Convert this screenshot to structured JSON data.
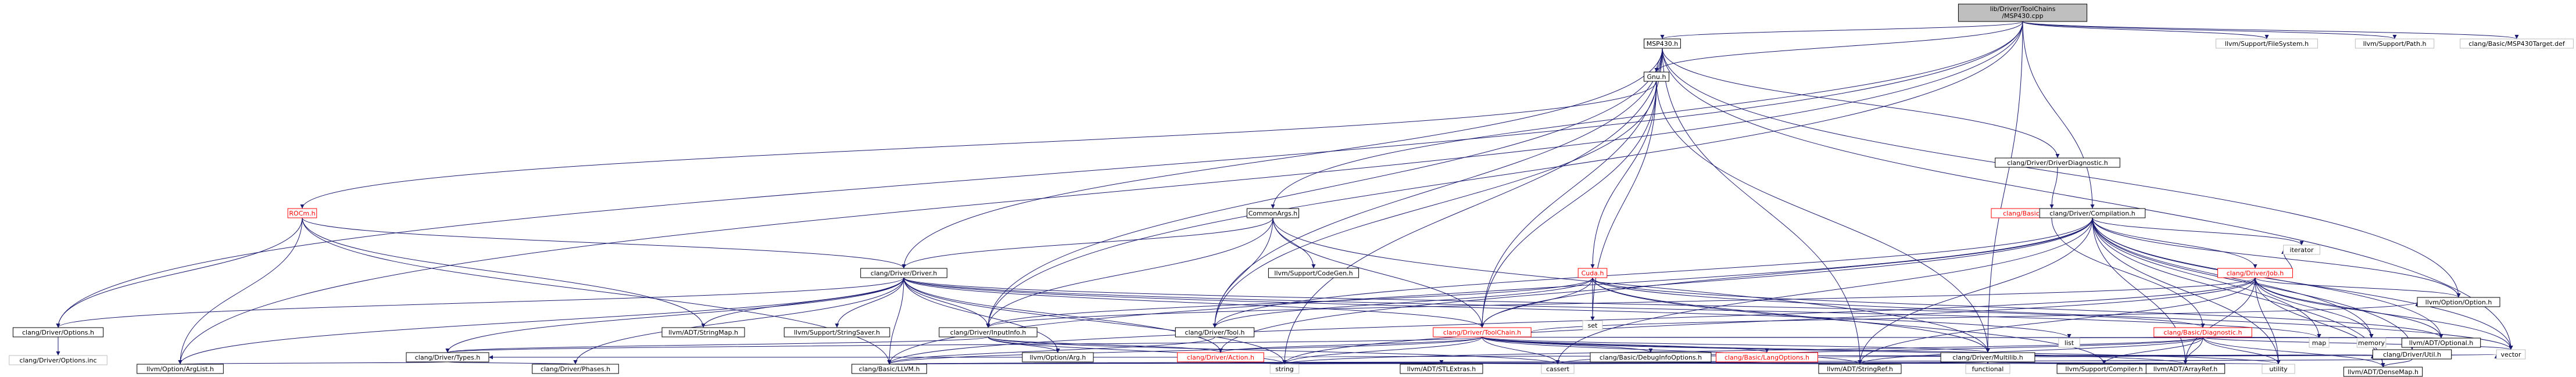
{
  "graph": {
    "root": "lib/Driver/ToolChains/MSP430.cpp",
    "colors": {
      "root_fill": "#bfbfbf",
      "edge": "#191970",
      "truncated_border": "#ff0000",
      "external_border": "#bfbfbf",
      "linked_border": "#000000"
    },
    "nodes": [
      {
        "id": "root",
        "label": "lib/Driver/ToolChains/MSP430.cpp",
        "kind": "root"
      },
      {
        "id": "msp430h",
        "label": "MSP430.h",
        "kind": "link"
      },
      {
        "id": "gnuh",
        "label": "Gnu.h",
        "kind": "link"
      },
      {
        "id": "rocmh",
        "label": "ROCm.h",
        "kind": "red"
      },
      {
        "id": "commonargs",
        "label": "CommonArgs.h",
        "kind": "link"
      },
      {
        "id": "driverh",
        "label": "clang/Driver/Driver.h",
        "kind": "link"
      },
      {
        "id": "options",
        "label": "clang/Driver/Options.h",
        "kind": "link"
      },
      {
        "id": "optionsinc",
        "label": "clang/Driver/Options.inc",
        "kind": "plain"
      },
      {
        "id": "stringmap",
        "label": "llvm/ADT/StringMap.h",
        "kind": "link"
      },
      {
        "id": "stringsaver",
        "label": "llvm/Support/StringSaver.h",
        "kind": "link"
      },
      {
        "id": "codegen",
        "label": "llvm/Support/CodeGen.h",
        "kind": "link"
      },
      {
        "id": "cudah",
        "label": "Cuda.h",
        "kind": "red"
      },
      {
        "id": "set",
        "label": "set",
        "kind": "plain"
      },
      {
        "id": "inputinfo",
        "label": "clang/Driver/InputInfo.h",
        "kind": "link"
      },
      {
        "id": "tool",
        "label": "clang/Driver/Tool.h",
        "kind": "link"
      },
      {
        "id": "toolchain",
        "label": "clang/Driver/ToolChain.h",
        "kind": "red"
      },
      {
        "id": "optarg",
        "label": "llvm/Option/Arg.h",
        "kind": "link"
      },
      {
        "id": "action",
        "label": "clang/Driver/Action.h",
        "kind": "red"
      },
      {
        "id": "types",
        "label": "clang/Driver/Types.h",
        "kind": "link"
      },
      {
        "id": "phases",
        "label": "clang/Driver/Phases.h",
        "kind": "link"
      },
      {
        "id": "arglist",
        "label": "llvm/Option/ArgList.h",
        "kind": "link"
      },
      {
        "id": "llvmh",
        "label": "clang/Basic/LLVM.h",
        "kind": "link"
      },
      {
        "id": "string",
        "label": "string",
        "kind": "plain"
      },
      {
        "id": "stlextras",
        "label": "llvm/ADT/STLExtras.h",
        "kind": "link"
      },
      {
        "id": "cassert",
        "label": "cassert",
        "kind": "plain"
      },
      {
        "id": "debuginfo",
        "label": "clang/Basic/DebugInfoOptions.h",
        "kind": "link"
      },
      {
        "id": "langopts",
        "label": "clang/Basic/LangOptions.h",
        "kind": "red"
      },
      {
        "id": "stringref",
        "label": "llvm/ADT/StringRef.h",
        "kind": "link"
      },
      {
        "id": "multilib",
        "label": "clang/Driver/Multilib.h",
        "kind": "link"
      },
      {
        "id": "functional",
        "label": "functional",
        "kind": "plain"
      },
      {
        "id": "compiler",
        "label": "llvm/Support/Compiler.h",
        "kind": "link"
      },
      {
        "id": "list",
        "label": "list",
        "kind": "plain"
      },
      {
        "id": "arrayref",
        "label": "llvm/ADT/ArrayRef.h",
        "kind": "link"
      },
      {
        "id": "utility",
        "label": "utility",
        "kind": "plain"
      },
      {
        "id": "diagnostic",
        "label": "clang/Basic/Diagnostic.h",
        "kind": "red"
      },
      {
        "id": "map",
        "label": "map",
        "kind": "plain"
      },
      {
        "id": "memory",
        "label": "memory",
        "kind": "plain"
      },
      {
        "id": "optional",
        "label": "llvm/ADT/Optional.h",
        "kind": "link"
      },
      {
        "id": "diagdriver",
        "label": "clang/Basic/DiagnosticDriver.h",
        "kind": "red"
      },
      {
        "id": "driverdiag",
        "label": "clang/Driver/DriverDiagnostic.h",
        "kind": "link"
      },
      {
        "id": "compilation",
        "label": "clang/Driver/Compilation.h",
        "kind": "link"
      },
      {
        "id": "jobh",
        "label": "clang/Driver/Job.h",
        "kind": "red"
      },
      {
        "id": "iterator",
        "label": "iterator",
        "kind": "plain"
      },
      {
        "id": "optoption",
        "label": "llvm/Option/Option.h",
        "kind": "link"
      },
      {
        "id": "util",
        "label": "clang/Driver/Util.h",
        "kind": "link"
      },
      {
        "id": "vector",
        "label": "vector",
        "kind": "plain"
      },
      {
        "id": "densemap",
        "label": "llvm/ADT/DenseMap.h",
        "kind": "link"
      },
      {
        "id": "filesystem",
        "label": "llvm/Support/FileSystem.h",
        "kind": "plain"
      },
      {
        "id": "path",
        "label": "llvm/Support/Path.h",
        "kind": "plain"
      },
      {
        "id": "msp430def",
        "label": "clang/Basic/MSP430Target.def",
        "kind": "plain"
      }
    ]
  }
}
